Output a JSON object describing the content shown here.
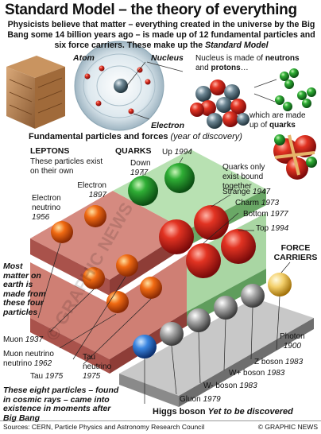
{
  "title": "Standard Model – the theory of everything",
  "intro": {
    "text": "Physicists believe that matter – everything created in the universe by the Big Bang some 14 billion years ago – is made up of 12 fundamental particles and six force carriers. These make up the",
    "emphasis": "Standard Model"
  },
  "atom_panel": {
    "atom_label": "Atom",
    "nucleus_label": "Nucleus",
    "electron_label": "Electron",
    "nucleus_text_1": "Nucleus is made of",
    "nucleus_text_neutrons": "neutrons",
    "nucleus_text_and": "and",
    "nucleus_text_protons": "protons",
    "nucleus_text_end": "…",
    "quarks_text_1": "which are made",
    "quarks_text_2": "up of",
    "quarks_text_3": "quarks"
  },
  "section": {
    "heading": "Fundamental particles and forces",
    "subheading": "(year of discovery)"
  },
  "leptons": {
    "heading": "LEPTONS",
    "note": "These particles exist on their own",
    "electron": {
      "name": "Electron",
      "year": "1897"
    },
    "electron_neutrino": {
      "name": "Electron neutrino",
      "year": "1956"
    },
    "muon": {
      "name": "Muon",
      "year": "1937"
    },
    "muon_neutrino": {
      "name": "Muon neutrino",
      "year": "1962"
    },
    "tau": {
      "name": "Tau",
      "year": "1975"
    },
    "tau_neutrino": {
      "name": "Tau neutrino",
      "year": "1975"
    }
  },
  "quarks": {
    "heading": "QUARKS",
    "note": "Quarks only exist bound together",
    "up": {
      "name": "Up",
      "year": "1994"
    },
    "down": {
      "name": "Down",
      "year": "1977"
    },
    "strange": {
      "name": "Strange",
      "year": "1947"
    },
    "charm": {
      "name": "Charm",
      "year": "1973"
    },
    "bottom": {
      "name": "Bottom",
      "year": "1977"
    },
    "top": {
      "name": "Top",
      "year": "1994"
    }
  },
  "matter_note": "Most matter on earth is made from these four particles",
  "cosmic_note": "These eight particles – found in cosmic rays – came into existence in moments after Big Bang",
  "force_carriers": {
    "heading": "FORCE CARRIERS",
    "photon": {
      "name": "Photon",
      "year": "1900"
    },
    "z_boson": {
      "name": "Z boson",
      "year": "1983"
    },
    "w_plus": {
      "name": "W+ boson",
      "year": "1983"
    },
    "w_minus": {
      "name": "W- boson",
      "year": "1983"
    },
    "gluon": {
      "name": "Gluon",
      "year": "1979"
    },
    "higgs": {
      "name": "Higgs boson",
      "status": "Yet to be discovered"
    }
  },
  "watermark": "© GRAPHIC NEWS",
  "footer": {
    "sources": "Sources: CERN, Particle Physics and Astronomy Research Council",
    "credit": "© GRAPHIC NEWS"
  },
  "colors": {
    "lepton_tray": "#c9756f",
    "quark_tray": "#a8d8a8",
    "force_tray": "#b8b8b8",
    "red_ball": "#cc1d1d",
    "green_ball": "#1f9a2a",
    "orange_ball": "#e65a0c",
    "grey_ball": "#8a8a8a",
    "photon_ball": "#f0c24a",
    "higgs_ball": "#2a6fd0"
  }
}
